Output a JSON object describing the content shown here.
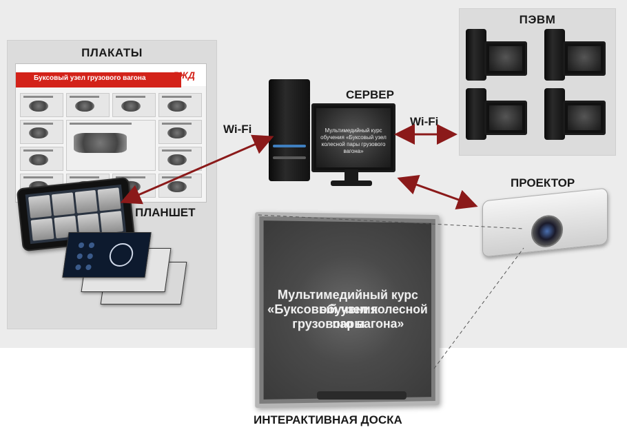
{
  "labels": {
    "posters": "ПЛАКАТЫ",
    "server": "СЕРВЕР",
    "pevm": "ПЭВМ",
    "projector": "ПРОЕКТОР",
    "tablet": "ПЛАНШЕТ",
    "board": "ИНТЕРАКТИВНАЯ ДОСКА",
    "wifi_left": "Wi-Fi",
    "wifi_right": "Wi-Fi"
  },
  "poster": {
    "title": "Буксовый узел грузового вагона",
    "logo": "РЖД"
  },
  "server_monitor_text": "Мультимедийный курс обучения «Буксовый узел колесной пары грузового вагона»",
  "board_text": {
    "line1": "Мультимедийный курс обучения",
    "line2": "«Буксовый узел колесной пары",
    "line3": "грузового вагона»"
  },
  "colors": {
    "arrow": "#8b1a1a",
    "accent_red": "#d32219",
    "dashed_line": "#555555"
  },
  "icons": [
    "poster",
    "tablet",
    "server-computer",
    "desktop-computer",
    "projector",
    "interactive-board",
    "bidirectional-arrow",
    "dashed-beam-line"
  ]
}
